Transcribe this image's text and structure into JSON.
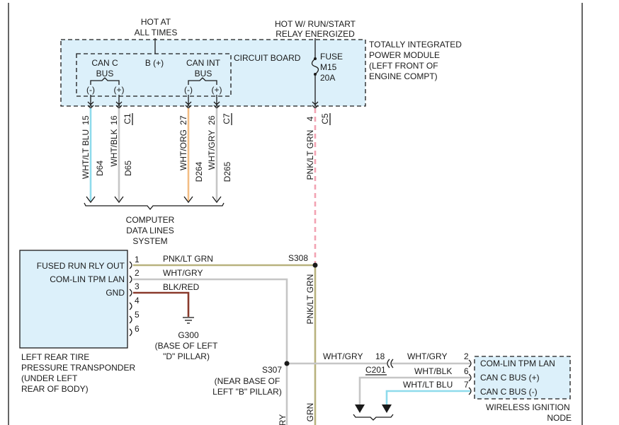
{
  "colors": {
    "module_fill": "#dcf0fa",
    "wht_lt_blu": "#8fdbec",
    "wht_blk": "#c6c6c6",
    "wht_org": "#f3bd84",
    "wht_gry": "#c6c6c6",
    "pnk_lt_grn_dashed": "#f2a3b3",
    "pnk_lt_grn": "#b8b27e",
    "blk_red": "#8a3a2c"
  },
  "power": {
    "hot_at_all_times": [
      "HOT AT",
      "ALL TIMES"
    ],
    "hot_run_start": [
      "HOT W/ RUN/START",
      "RELAY ENERGIZED"
    ]
  },
  "tipm": {
    "name": [
      "TOTALLY INTEGRATED",
      "POWER MODULE",
      "(LEFT FRONT OF",
      "ENGINE COMPT)"
    ],
    "circuit_board": "CIRCUIT BOARD",
    "b_plus": "B (+)",
    "can_c_bus": [
      "CAN C",
      "BUS"
    ],
    "can_int_bus": [
      "CAN INT",
      "BUS"
    ],
    "minus": "(-)",
    "plus": "(+)",
    "fuse": [
      "FUSE",
      "M15",
      "20A"
    ],
    "connectors": [
      "C1",
      "C7",
      "C5"
    ]
  },
  "tipm_outputs": [
    {
      "pin": "15",
      "wire": "WHT/LT BLU",
      "circuit": "D64"
    },
    {
      "pin": "16",
      "wire": "WHT/BLK",
      "circuit": "D65"
    },
    {
      "pin": "27",
      "wire": "WHT/ORG",
      "circuit": "D264"
    },
    {
      "pin": "26",
      "wire": "WHT/GRY",
      "circuit": "D265"
    },
    {
      "pin": "4",
      "wire": "PNK/LT GRN"
    }
  ],
  "data_lines_system": [
    "COMPUTER",
    "DATA LINES",
    "SYSTEM"
  ],
  "transponder": {
    "name": [
      "LEFT REAR TIRE",
      "PRESSURE TRANSPONDER",
      "(UNDER LEFT",
      "REAR OF BODY)"
    ],
    "pins": [
      {
        "num": "1",
        "label": "FUSED RUN RLY OUT",
        "wire": "PNK/LT GRN"
      },
      {
        "num": "2",
        "label": "COM-LIN TPM LAN",
        "wire": "WHT/GRY"
      },
      {
        "num": "3",
        "label": "GND",
        "wire": "BLK/RED"
      },
      {
        "num": "4"
      },
      {
        "num": "5"
      },
      {
        "num": "6"
      }
    ]
  },
  "splices": {
    "s308": "S308",
    "s307": {
      "id": "S307",
      "location": [
        "(NEAR BASE OF",
        "LEFT \"B\" PILLAR)"
      ]
    }
  },
  "ground": {
    "id": "G300",
    "location": [
      "(BASE OF LEFT",
      "\"D\" PILLAR)"
    ]
  },
  "vertical_labels": {
    "pnk_lt_grn_below_s308": "PNK/LT GRN",
    "bottom_partial_gry": "RY",
    "bottom_partial_grn": "GRN"
  },
  "c201": {
    "id": "C201",
    "pin": "18",
    "wire": "WHT/GRY"
  },
  "wireless_node": {
    "name": [
      "WIRELESS IGNITION",
      "NODE"
    ],
    "pins": [
      {
        "num": "2",
        "label": "COM-LIN TPM LAN",
        "wire": "WHT/GRY"
      },
      {
        "num": "6",
        "label": "CAN C BUS (+)",
        "wire": "WHT/BLK"
      },
      {
        "num": "7",
        "label": "CAN C BUS (-)",
        "wire": "WHT/LT BLU"
      }
    ]
  }
}
